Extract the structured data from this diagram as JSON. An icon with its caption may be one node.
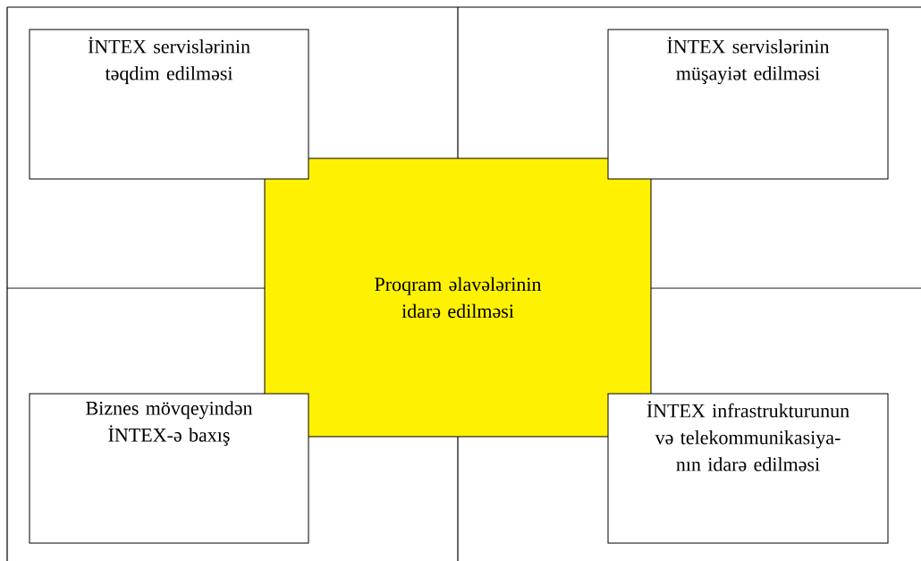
{
  "diagram": {
    "nodes": [
      {
        "text": [
          "İNTEX servislərinin təqdim edilməsi"
        ]
      },
      {
        "text": [
          "İNTEX servislərinin müşayiət edilməsi"
        ]
      },
      {
        "text": [
          "Proqram əlavələrinin idarə edilməsi"
        ]
      },
      {
        "text": [
          "Biznes mövqeyindən İNTEX-ə baxış"
        ]
      },
      {
        "text": [
          "İNTEX infrastrukturunun və telekommunikasiya-nın idarə edilməsi"
        ]
      }
    ]
  }
}
